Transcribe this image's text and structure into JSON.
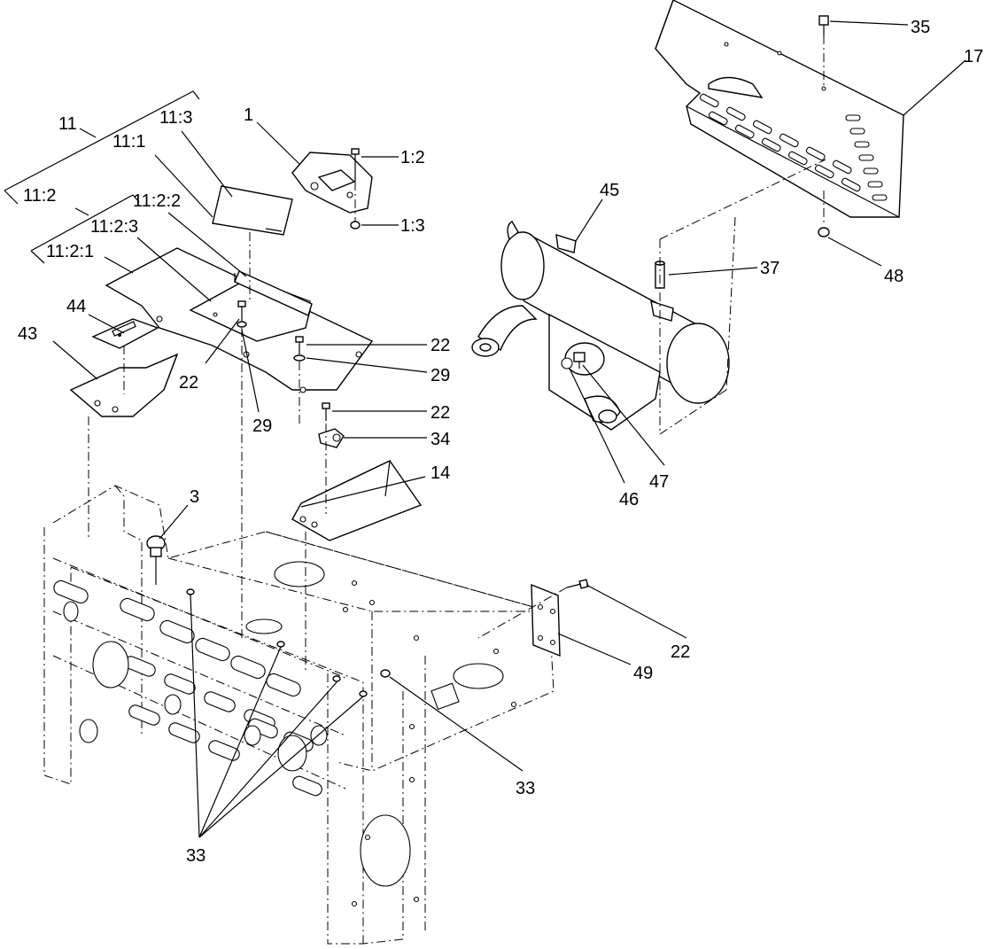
{
  "diagram": {
    "callouts": [
      {
        "id": "c11",
        "text": "11"
      },
      {
        "id": "c11_3",
        "text": "11:3"
      },
      {
        "id": "c11_1",
        "text": "11:1"
      },
      {
        "id": "c11_2",
        "text": "11:2"
      },
      {
        "id": "c11_2_2",
        "text": "11:2:2"
      },
      {
        "id": "c11_2_3",
        "text": "11:2:3"
      },
      {
        "id": "c11_2_1",
        "text": "11:2:1"
      },
      {
        "id": "c1",
        "text": "1"
      },
      {
        "id": "c1_2",
        "text": "1:2"
      },
      {
        "id": "c1_3",
        "text": "1:3"
      },
      {
        "id": "c44",
        "text": "44"
      },
      {
        "id": "c43",
        "text": "43"
      },
      {
        "id": "c22a",
        "text": "22"
      },
      {
        "id": "c29a",
        "text": "29"
      },
      {
        "id": "c22b",
        "text": "22"
      },
      {
        "id": "c29b",
        "text": "29"
      },
      {
        "id": "c22c",
        "text": "22"
      },
      {
        "id": "c34",
        "text": "34"
      },
      {
        "id": "c14",
        "text": "14"
      },
      {
        "id": "c3",
        "text": "3"
      },
      {
        "id": "c35",
        "text": "35"
      },
      {
        "id": "c17",
        "text": "17"
      },
      {
        "id": "c45",
        "text": "45"
      },
      {
        "id": "c37",
        "text": "37"
      },
      {
        "id": "c48",
        "text": "48"
      },
      {
        "id": "c47",
        "text": "47"
      },
      {
        "id": "c46",
        "text": "46"
      },
      {
        "id": "c22d",
        "text": "22"
      },
      {
        "id": "c49",
        "text": "49"
      },
      {
        "id": "c33a",
        "text": "33"
      },
      {
        "id": "c33b",
        "text": "33"
      }
    ]
  }
}
